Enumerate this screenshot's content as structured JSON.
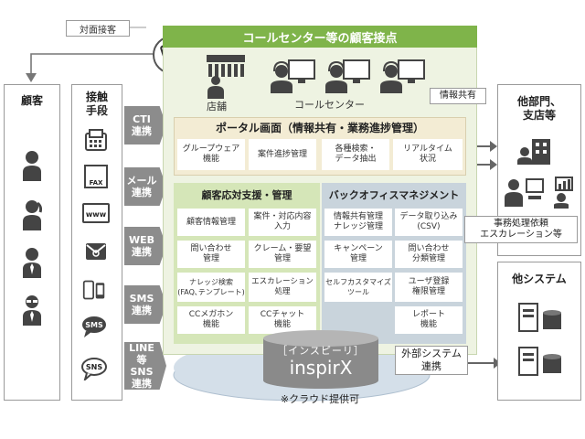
{
  "top": {
    "face_to_face": "対面接客",
    "header_title": "コールセンター等の顧客接点",
    "store_label": "店舗",
    "callcenter_label": "コールセンター",
    "info_share": "情報共有"
  },
  "left": {
    "customer_title": "顧客",
    "contact_title": "接触\n手段"
  },
  "channels": [
    {
      "label": "CTI\n連携"
    },
    {
      "label": "メール\n連携"
    },
    {
      "label": "WEB\n連携"
    },
    {
      "label": "SMS\n連携"
    },
    {
      "label": "LINE等\nSNS\n連携"
    }
  ],
  "icon_labels": {
    "fax": "FAX",
    "www": "www",
    "sms": "SMS",
    "sns": "SNS"
  },
  "portal": {
    "title": "ポータル画面（情報共有・業務進捗管理）",
    "items": [
      "グループウェア\n機能",
      "案件進捗管理",
      "各種検索・\nデータ抽出",
      "リアルタイム\n状況"
    ]
  },
  "support": {
    "title": "顧客応対支援・管理",
    "items": [
      "顧客情報管理",
      "案件・対応内容\n入力",
      "問い合わせ\n管理",
      "クレーム・要望\n管理",
      "ナレッジ検索\n(FAQ､テンプレート)",
      "エスカレーション\n処理",
      "CCメガホン\n機能",
      "CCチャット\n機能"
    ]
  },
  "backoffice": {
    "title": "バックオフィスマネジメント",
    "items": [
      "情報共有管理\nナレッジ管理",
      "データ取り込み\n(CSV)",
      "キャンペーン\n管理",
      "問い合わせ\n分類管理",
      "セルフカスタマイズ\nツール",
      "ユーザ登録\n権限管理",
      "",
      "レポート\n機能"
    ]
  },
  "inspirx": {
    "top": "［インスピーリ］",
    "name": "inspirX",
    "cloud_note": "※クラウド提供可"
  },
  "right": {
    "other_dept": "他部門、\n支店等",
    "escalation": "事務処理依頼\nエスカレーション等",
    "other_system": "他システム",
    "external": "外部システム\n連携"
  }
}
